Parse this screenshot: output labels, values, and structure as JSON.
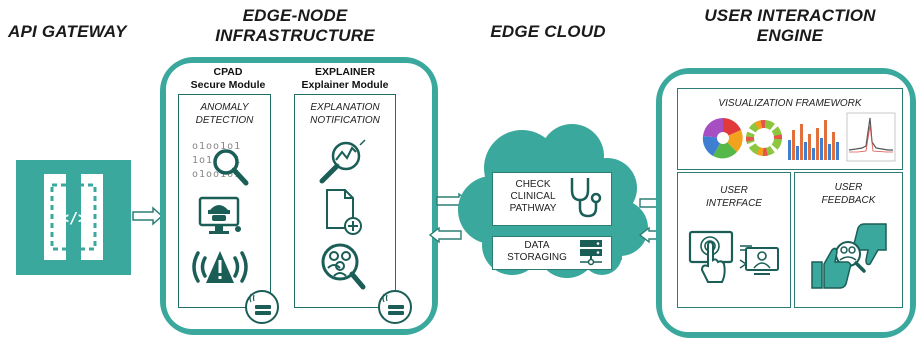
{
  "headings": {
    "api_gateway": "API GATEWAY",
    "edge_node_line1": "EDGE-NODE",
    "edge_node_line2": "INFRASTRUCTURE",
    "edge_cloud": "EDGE CLOUD",
    "user_engine_line1": "USER INTERACTION",
    "user_engine_line2": "ENGINE"
  },
  "edge_node": {
    "cpad_title": "CPAD",
    "cpad_subtitle": "Secure Module",
    "cpad_task_line1": "ANOMALY",
    "cpad_task_line2": "DETECTION",
    "explainer_title": "EXPLAINER",
    "explainer_subtitle": "Explainer Module",
    "explainer_task_line1": "EXPLANATION",
    "explainer_task_line2": "NOTIFICATION"
  },
  "edge_cloud": {
    "check_line1": "CHECK",
    "check_line2": "CLINICAL",
    "check_line3": "PATHWAY",
    "data_line1": "DATA",
    "data_line2": "STORAGING"
  },
  "user_engine": {
    "visualization": "VISUALIZATION FRAMEWORK",
    "ui_line1": "USER",
    "ui_line2": "INTERFACE",
    "fb_line1": "USER",
    "fb_line2": "FEEDBACK"
  },
  "colors": {
    "teal": "#3aa89c",
    "dark_teal": "#1f6f67",
    "icon": "#1b5e57"
  }
}
